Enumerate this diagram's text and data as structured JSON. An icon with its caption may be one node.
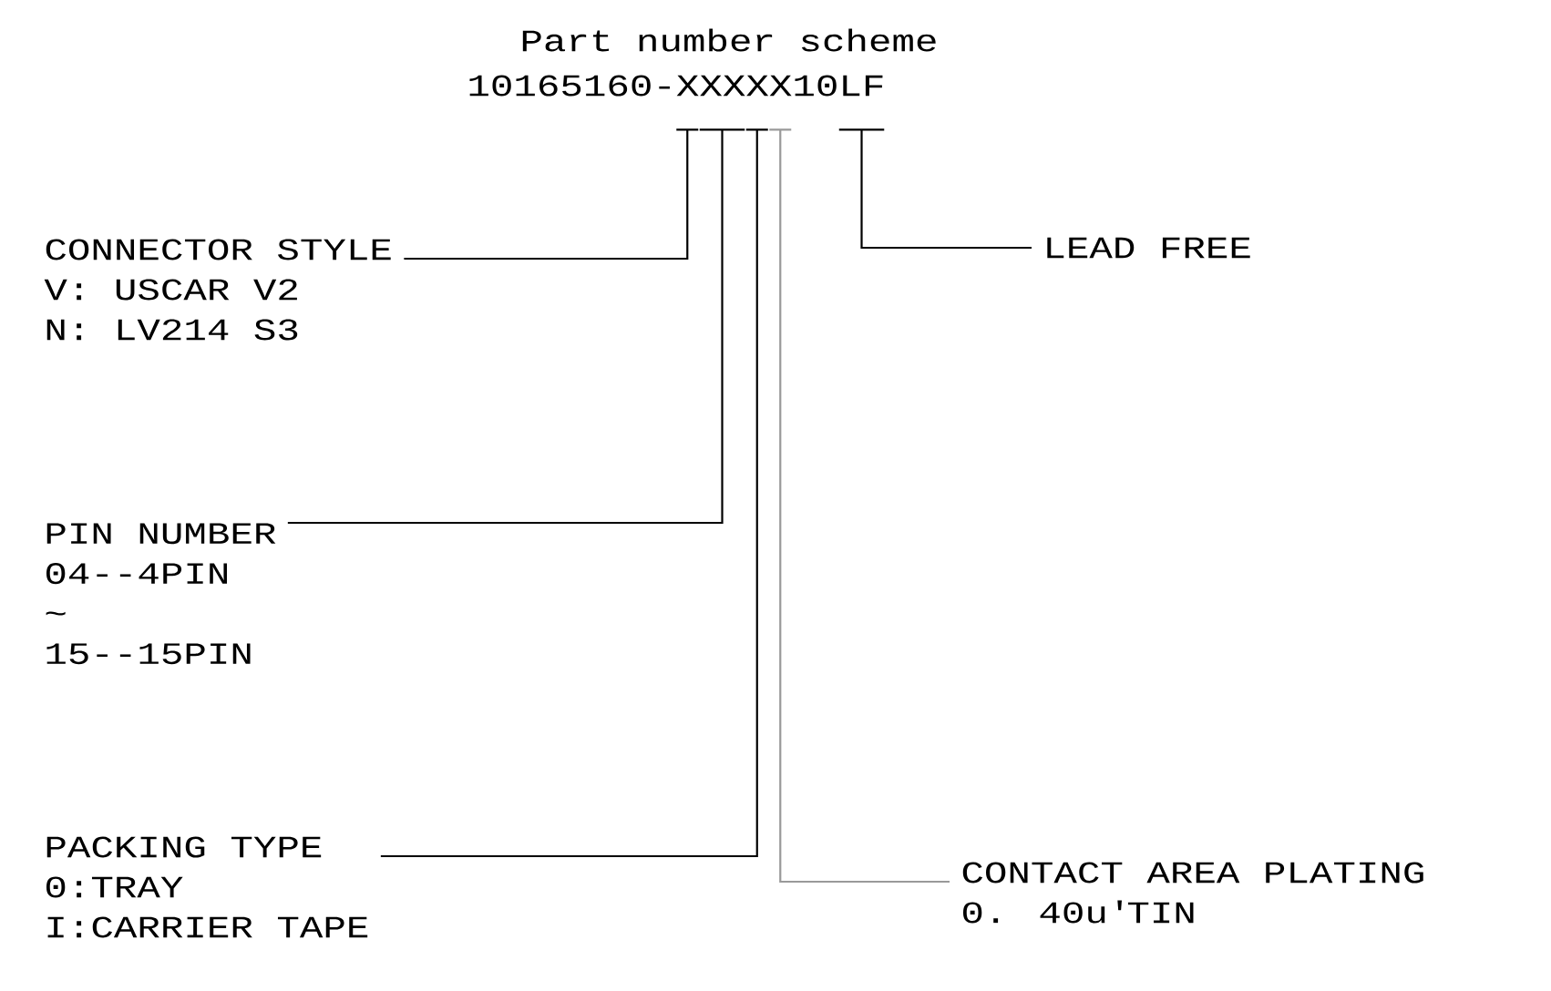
{
  "diagram": {
    "title": "Part number scheme",
    "nodes": [
      {
        "text": [
          "10165160-XXXXX10LF"
        ]
      },
      {
        "text": [
          "CONNECTOR STYLE",
          "V: USCAR V2",
          "N: LV214 S3"
        ]
      },
      {
        "text": [
          "PIN NUMBER",
          "04--4PIN",
          "~",
          "15--15PIN"
        ]
      },
      {
        "text": [
          "PACKING TYPE",
          "0:TRAY",
          "I:CARRIER TAPE"
        ]
      },
      {
        "text": [
          "CONTACT AREA PLATING",
          "0. 40u'TIN"
        ]
      },
      {
        "text": [
          "LEAD FREE"
        ]
      }
    ],
    "edges": [
      {
        "from": 1,
        "to": 0,
        "arrow": "none"
      },
      {
        "from": 2,
        "to": 0,
        "arrow": "none"
      },
      {
        "from": 3,
        "to": 0,
        "arrow": "none"
      },
      {
        "from": 4,
        "to": 0,
        "arrow": "none",
        "color": "#999999"
      },
      {
        "from": 5,
        "to": 0,
        "arrow": "none"
      }
    ]
  }
}
